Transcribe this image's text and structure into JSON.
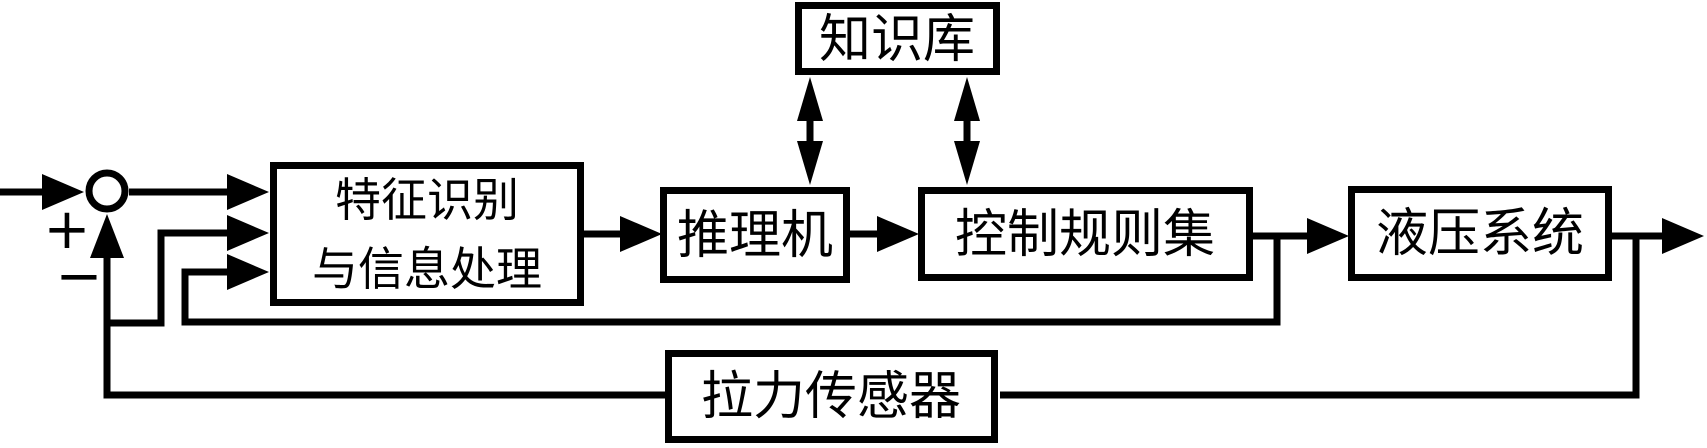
{
  "diagram": {
    "background_color": "#ffffff",
    "stroke_color": "#000000",
    "nodes": {
      "feature_block": {
        "label_line1": "特征识别",
        "label_line2": "与信息处理"
      },
      "inference_engine": {
        "label": "推理机"
      },
      "knowledge_base": {
        "label": "知识库"
      },
      "control_rule_set": {
        "label": "控制规则集"
      },
      "hydraulic_system": {
        "label": "液压系统"
      },
      "tension_sensor": {
        "label": "拉力传感器"
      }
    },
    "summing_junction": {
      "plus": "+",
      "minus": "−"
    },
    "edges": [
      {
        "from": "input",
        "to": "summing_junction",
        "type": "arrow"
      },
      {
        "from": "summing_junction",
        "to": "feature_block",
        "type": "arrow"
      },
      {
        "from": "tension_sensor",
        "to": "summing_junction",
        "type": "arrow",
        "sign": "minus"
      },
      {
        "from": "tension_sensor",
        "to": "feature_block",
        "type": "arrow"
      },
      {
        "from": "control_rule_set",
        "to": "feature_block",
        "type": "arrow"
      },
      {
        "from": "feature_block",
        "to": "inference_engine",
        "type": "arrow"
      },
      {
        "from": "inference_engine",
        "to": "control_rule_set",
        "type": "arrow"
      },
      {
        "from": "knowledge_base",
        "to": "inference_engine",
        "type": "bidirectional-arrow"
      },
      {
        "from": "knowledge_base",
        "to": "control_rule_set",
        "type": "bidirectional-arrow"
      },
      {
        "from": "control_rule_set",
        "to": "hydraulic_system",
        "type": "arrow"
      },
      {
        "from": "hydraulic_system",
        "to": "output",
        "type": "arrow"
      },
      {
        "from": "hydraulic_system",
        "to": "tension_sensor",
        "type": "line"
      }
    ]
  }
}
